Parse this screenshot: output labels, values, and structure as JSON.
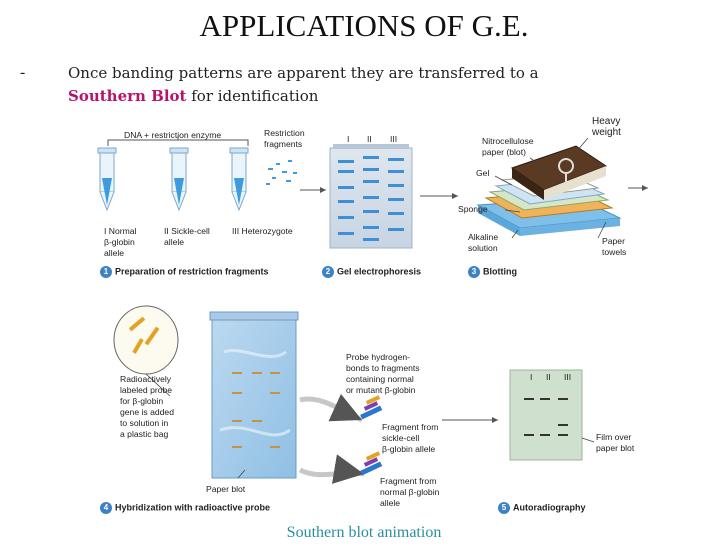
{
  "slide": {
    "title": "APPLICATIONS OF G.E.",
    "bullet_marker": "-",
    "bullet_line1": "Once banding patterns are apparent they are transferred to a",
    "bullet_highlight": "Southern Blot",
    "bullet_rest": " for identification",
    "link_text": "Southern blot animation"
  },
  "figure": {
    "dna_enzyme": "DNA + restriction enzyme",
    "restriction_fragments": [
      "Restriction",
      "fragments"
    ],
    "tube_labels": {
      "normal": [
        "I Normal",
        "β-globin",
        "allele"
      ],
      "sickle": [
        "II Sickle-cell",
        "allele"
      ],
      "hetero": [
        "III Heterozygote"
      ]
    },
    "lane_numerals": [
      "I",
      "II",
      "III"
    ],
    "blot_labels": {
      "heavy_weight": [
        "Heavy",
        "weight"
      ],
      "nitrocellulose": [
        "Nitrocellulose",
        "paper (blot)"
      ],
      "gel": "Gel",
      "sponge": "Sponge",
      "alkaline": [
        "Alkaline",
        "solution"
      ],
      "paper_towels": [
        "Paper",
        "towels"
      ]
    },
    "hybrid_labels": {
      "probe_desc": [
        "Radioactively",
        "labeled probe",
        "for β-globin",
        "gene is added",
        "to solution in",
        "a plastic bag"
      ],
      "paper_blot": "Paper blot",
      "probe_bonds": [
        "Probe hydrogen-",
        "bonds to fragments",
        "containing normal",
        "or mutant β-globin"
      ],
      "sickle_fragment": [
        "Fragment from",
        "sickle-cell",
        "β-globin allele"
      ],
      "normal_fragment": [
        "Fragment from",
        "normal β-globin",
        "allele"
      ],
      "film": [
        "Film over",
        "paper blot"
      ]
    },
    "steps": [
      {
        "n": "1",
        "label": "Preparation of restriction fragments"
      },
      {
        "n": "2",
        "label": "Gel electrophoresis"
      },
      {
        "n": "3",
        "label": "Blotting"
      },
      {
        "n": "4",
        "label": "Hybridization with radioactive probe"
      },
      {
        "n": "5",
        "label": "Autoradiography"
      }
    ],
    "colors": {
      "accent": "#3d82c4",
      "highlight": "#b8136b",
      "link": "#2a8fa0",
      "probe": "#e3a322"
    }
  }
}
